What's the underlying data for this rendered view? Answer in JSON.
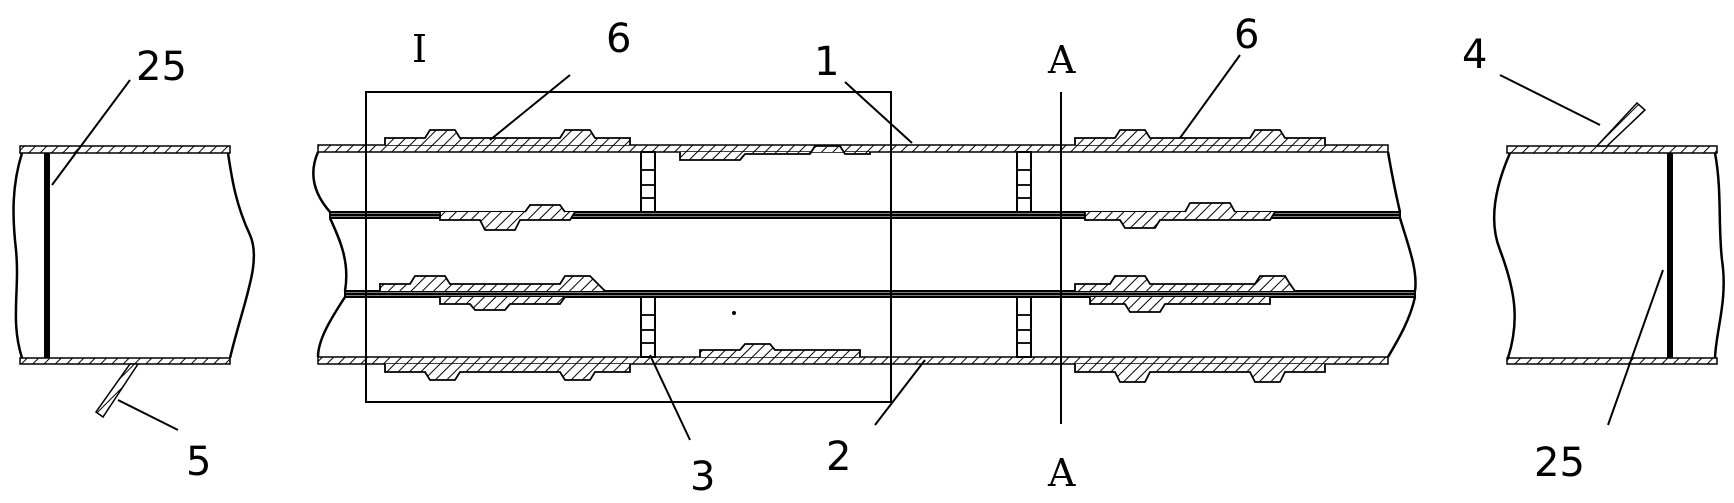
{
  "labels": {
    "view_detail": "I",
    "section_top": "A",
    "section_bottom": "A",
    "part_1": "1",
    "part_2": "2",
    "part_3": "3",
    "part_4": "4",
    "part_5": "5",
    "part_6_left": "6",
    "part_6_right": "6",
    "part_25_left": "25",
    "part_25_right": "25"
  }
}
